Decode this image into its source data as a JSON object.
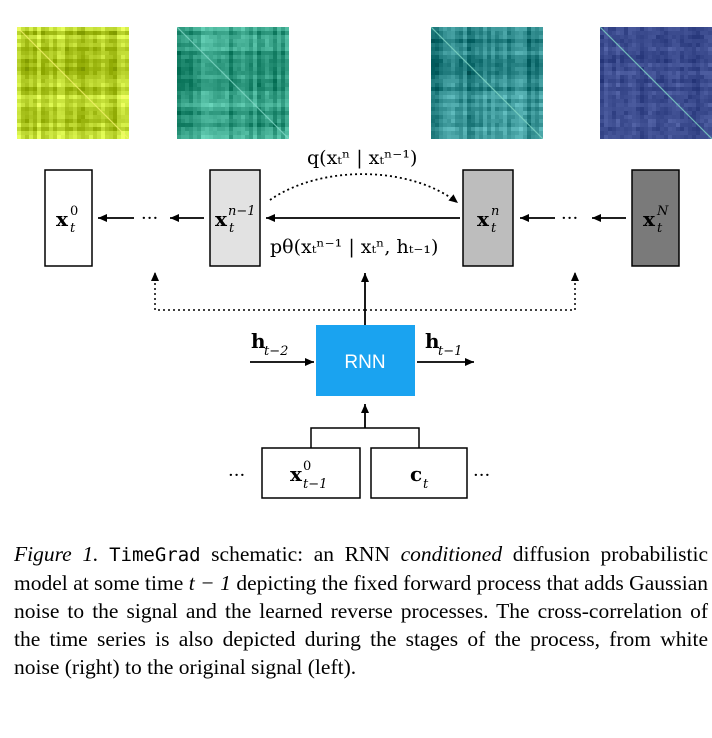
{
  "heatmaps": [
    {
      "label": "x0",
      "color": "#b7d12b"
    },
    {
      "label": "xn-1",
      "color": "#3aa48a"
    },
    {
      "label": "xn",
      "color": "#2f8a8c"
    },
    {
      "label": "xN",
      "color": "#3b4b8e"
    }
  ],
  "forward_label": "q(xₜⁿ | xₜⁿ⁻¹)",
  "reverse_label": "pθ(xₜⁿ⁻¹ | xₜⁿ, hₜ₋₁)",
  "boxes": {
    "x0": "x",
    "x0_sup": "0",
    "x0_sub": "t",
    "xnm1": "x",
    "xnm1_sup": "n−1",
    "xnm1_sub": "t",
    "xn": "x",
    "xn_sup": "n",
    "xn_sub": "t",
    "xN": "x",
    "xN_sup": "N",
    "xN_sub": "t"
  },
  "ellipsis": "···",
  "rnn_label": "RNN",
  "h_in": "h",
  "h_in_sub": "t−2",
  "h_out": "h",
  "h_out_sub": "t−1",
  "input_x": "x",
  "input_x_sup": "0",
  "input_x_sub": "t−1",
  "input_c": "c",
  "input_c_sub": "t",
  "bottom_ellipsis": "···",
  "caption": {
    "fig_label": "Figure 1.",
    "model_name": "TimeGrad",
    "text1": " schematic: an RNN ",
    "conditioned": "conditioned",
    "text2": " diffusion probabilistic model at some time ",
    "t_expr": "t − 1",
    "text3": " depicting the fixed forward process that adds Gaussian noise to the signal and the learned reverse processes. The cross-correlation of the time series is also depicted during the stages of the process, from white noise (right) to the original signal (left)."
  }
}
